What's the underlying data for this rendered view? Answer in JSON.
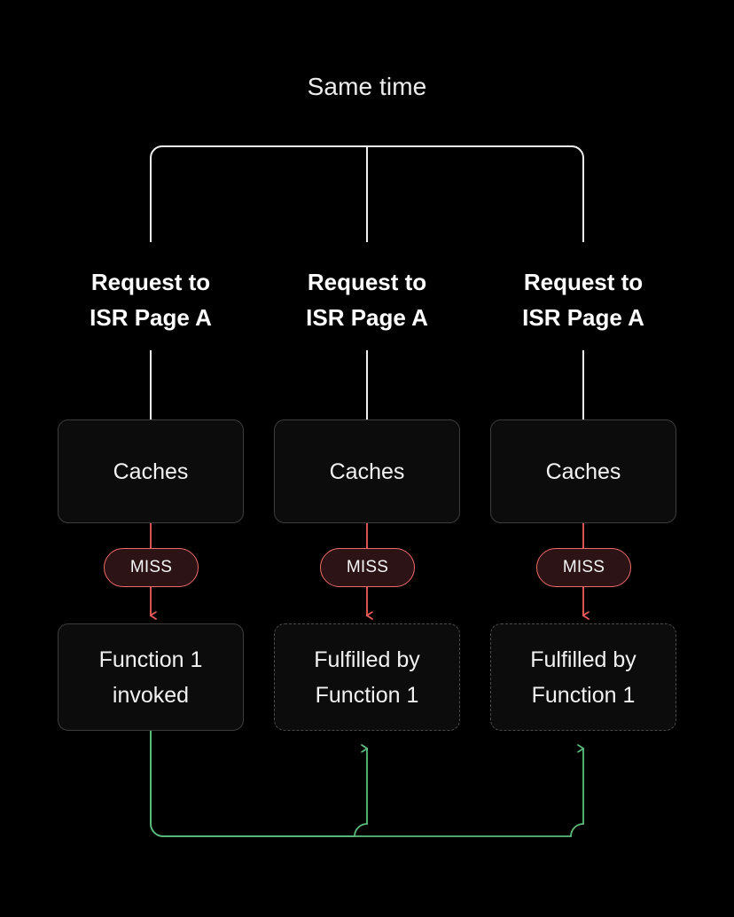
{
  "diagram": {
    "title": "Same time",
    "background_color": "#000000",
    "colors": {
      "text": "#ffffff",
      "line_white": "#f0f0f0",
      "line_red": "#ef6a6a",
      "line_green": "#5cbc7d",
      "box_border": "#3d3d3d",
      "box_fill": "#0c0c0c",
      "badge_fill": "#2b1316",
      "badge_border": "#ef6a6a"
    },
    "columns": [
      {
        "id": "col-1",
        "heading": "Request to\nISR Page A",
        "cache_label": "Caches",
        "badge_label": "MISS",
        "result_label": "Function 1\ninvoked",
        "result_style": "solid"
      },
      {
        "id": "col-2",
        "heading": "Request to\nISR Page A",
        "cache_label": "Caches",
        "badge_label": "MISS",
        "result_label": "Fulfilled by\nFunction 1",
        "result_style": "dashed"
      },
      {
        "id": "col-3",
        "heading": "Request to\nISR Page A",
        "cache_label": "Caches",
        "badge_label": "MISS",
        "result_label": "Fulfilled by\nFunction 1",
        "result_style": "dashed"
      }
    ]
  }
}
